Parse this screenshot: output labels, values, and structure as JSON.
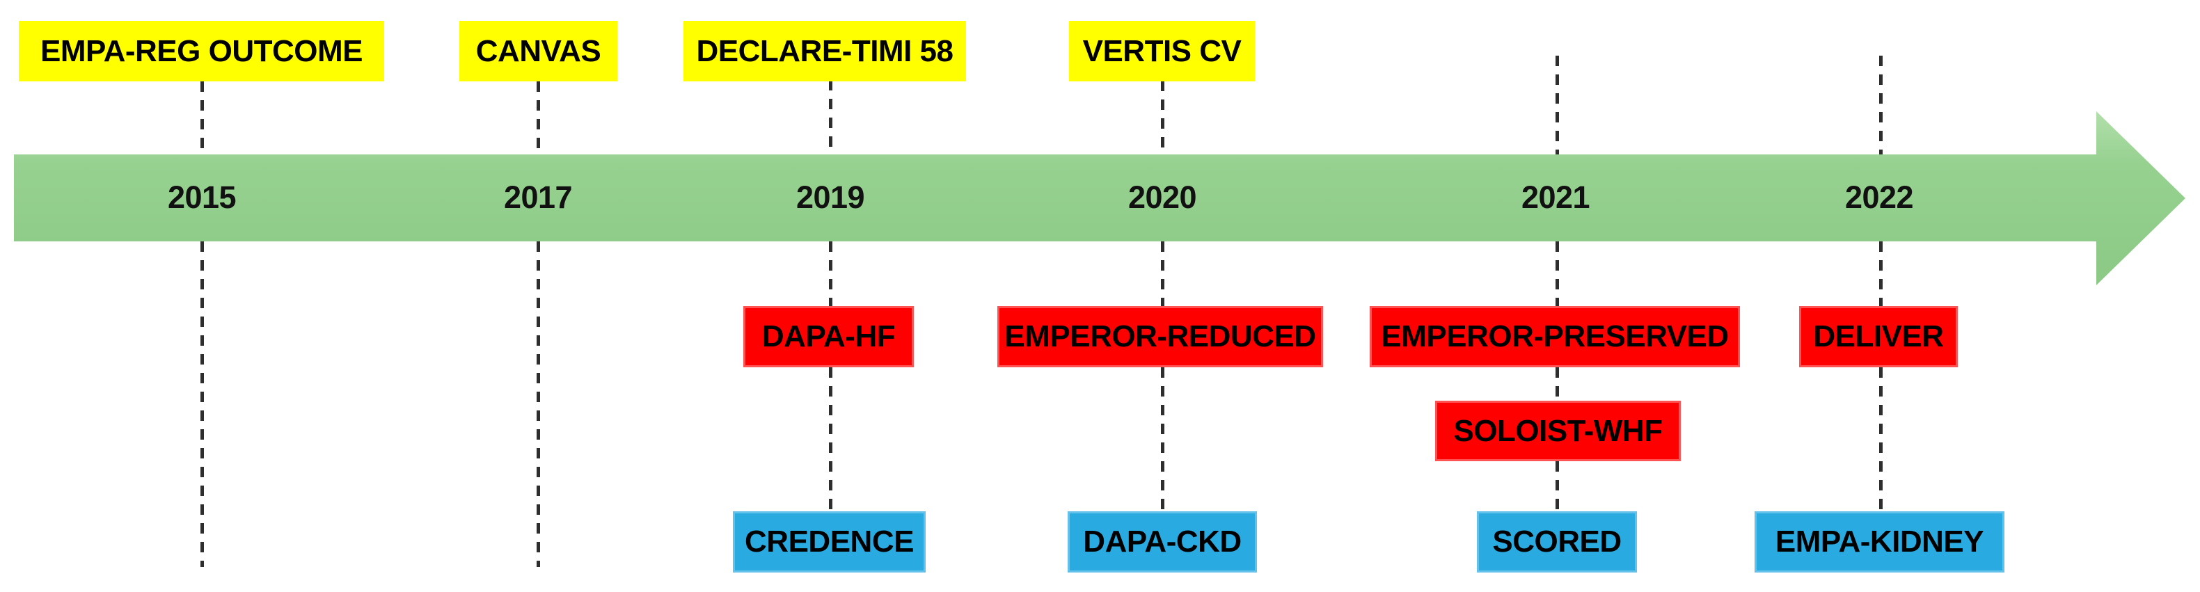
{
  "diagram_type": "timeline",
  "years": [
    {
      "label": "2015"
    },
    {
      "label": "2017"
    },
    {
      "label": "2019"
    },
    {
      "label": "2020"
    },
    {
      "label": "2021"
    },
    {
      "label": "2022"
    }
  ],
  "trials": {
    "yellow": [
      {
        "label": "EMPA-REG OUTCOME",
        "year": "2015"
      },
      {
        "label": "CANVAS",
        "year": "2017"
      },
      {
        "label": "DECLARE-TIMI 58",
        "year": "2019"
      },
      {
        "label": "VERTIS CV",
        "year": "2020"
      }
    ],
    "red": [
      {
        "label": "DAPA-HF",
        "year": "2019"
      },
      {
        "label": "EMPEROR-REDUCED",
        "year": "2020"
      },
      {
        "label": "EMPEROR-PRESERVED",
        "year": "2021"
      },
      {
        "label": "SOLOIST-WHF",
        "year": "2021"
      },
      {
        "label": "DELIVER",
        "year": "2022"
      }
    ],
    "blue": [
      {
        "label": "CREDENCE",
        "year": "2019"
      },
      {
        "label": "DAPA-CKD",
        "year": "2020"
      },
      {
        "label": "SCORED",
        "year": "2021"
      },
      {
        "label": "EMPA-KIDNEY",
        "year": "2022"
      }
    ]
  },
  "colors": {
    "timeline_arrow": "#93cf8d",
    "yellow_box": "#ffff00",
    "red_box": "#ff0000",
    "blue_box": "#29abe2",
    "dashed_line": "#2e2e2e",
    "text": "#000000"
  }
}
